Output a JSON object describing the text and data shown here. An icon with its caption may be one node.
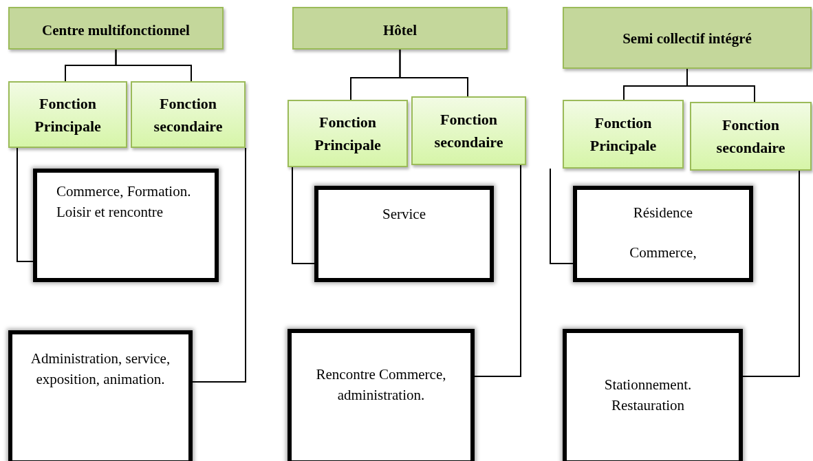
{
  "diagram": {
    "nodes": [
      {
        "text": [
          "Centre multifonctionnel"
        ]
      },
      {
        "text": [
          "Hôtel"
        ]
      },
      {
        "text": [
          "Semi collectif intégré"
        ]
      },
      {
        "text": [
          "Fonction Principale"
        ]
      },
      {
        "text": [
          "Fonction secondaire"
        ]
      },
      {
        "text": [
          "Fonction Principale"
        ]
      },
      {
        "text": [
          "Fonction secondaire"
        ]
      },
      {
        "text": [
          "Fonction Principale"
        ]
      },
      {
        "text": [
          "Fonction secondaire"
        ]
      },
      {
        "text": [
          "Commerce, Formation. Loisir et rencontre"
        ]
      },
      {
        "text": [
          "Service"
        ]
      },
      {
        "text": [
          "Résidence",
          "Commerce,"
        ]
      },
      {
        "text": [
          "Administration, service, exposition, animation."
        ]
      },
      {
        "text": [
          "Rencontre Commerce, administration."
        ]
      },
      {
        "text": [
          "Stationnement. Restauration"
        ]
      }
    ],
    "edges": [
      {
        "from": 0,
        "to": 3,
        "arrow": "none"
      },
      {
        "from": 0,
        "to": 4,
        "arrow": "none"
      },
      {
        "from": 1,
        "to": 5,
        "arrow": "none"
      },
      {
        "from": 1,
        "to": 6,
        "arrow": "none"
      },
      {
        "from": 2,
        "to": 7,
        "arrow": "none"
      },
      {
        "from": 2,
        "to": 8,
        "arrow": "none"
      },
      {
        "from": 3,
        "to": 9,
        "arrow": "none"
      },
      {
        "from": 4,
        "to": 12,
        "arrow": "none"
      },
      {
        "from": 5,
        "to": 10,
        "arrow": "none"
      },
      {
        "from": 6,
        "to": 13,
        "arrow": "none"
      },
      {
        "from": 7,
        "to": 11,
        "arrow": "none"
      },
      {
        "from": 8,
        "to": 14,
        "arrow": "none"
      }
    ]
  }
}
